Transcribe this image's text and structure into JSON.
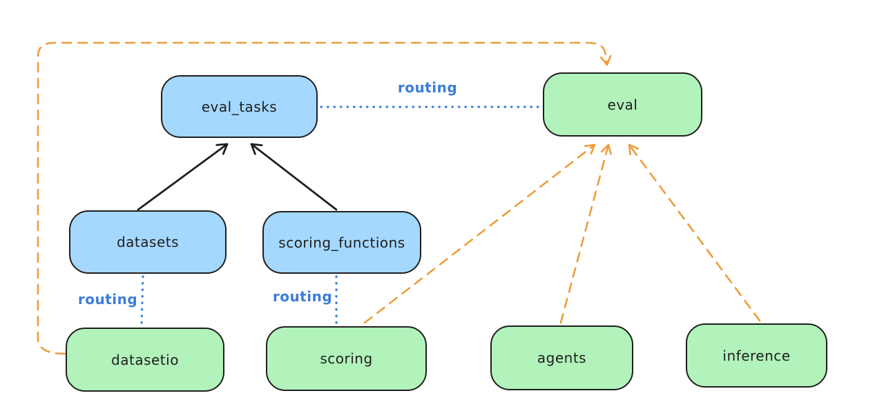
{
  "diagram": {
    "title": "",
    "nodes": [
      {
        "id": "eval_tasks",
        "label": "eval_tasks",
        "kind": "resource",
        "fill": "#a5d8ff"
      },
      {
        "id": "eval",
        "label": "eval",
        "kind": "api_group",
        "fill": "#b2f2bb"
      },
      {
        "id": "datasets",
        "label": "datasets",
        "kind": "resource",
        "fill": "#a5d8ff"
      },
      {
        "id": "scoring_functions",
        "label": "scoring_functions",
        "kind": "resource",
        "fill": "#a5d8ff"
      },
      {
        "id": "datasetio",
        "label": "datasetio",
        "kind": "api_group",
        "fill": "#b2f2bb"
      },
      {
        "id": "scoring",
        "label": "scoring",
        "kind": "api_group",
        "fill": "#b2f2bb"
      },
      {
        "id": "agents",
        "label": "agents",
        "kind": "api_group",
        "fill": "#b2f2bb"
      },
      {
        "id": "inference",
        "label": "inference",
        "kind": "api_group",
        "fill": "#b2f2bb"
      }
    ],
    "edges": [
      {
        "from": "datasets",
        "to": "eval_tasks",
        "style": "solid-arrow",
        "color": "#1e1e1e",
        "label": ""
      },
      {
        "from": "scoring_functions",
        "to": "eval_tasks",
        "style": "solid-arrow",
        "color": "#1e1e1e",
        "label": ""
      },
      {
        "from": "eval_tasks",
        "to": "eval",
        "style": "dotted",
        "color": "#3b7dd8",
        "label": "routing"
      },
      {
        "from": "datasets",
        "to": "datasetio",
        "style": "dotted",
        "color": "#3b7dd8",
        "label": "routing"
      },
      {
        "from": "scoring_functions",
        "to": "scoring",
        "style": "dotted",
        "color": "#3b7dd8",
        "label": "routing"
      },
      {
        "from": "datasetio",
        "to": "eval",
        "style": "dashed-arrow",
        "color": "#ef9b3a",
        "label": ""
      },
      {
        "from": "scoring",
        "to": "eval",
        "style": "dashed-arrow",
        "color": "#ef9b3a",
        "label": ""
      },
      {
        "from": "agents",
        "to": "eval",
        "style": "dashed-arrow",
        "color": "#ef9b3a",
        "label": ""
      },
      {
        "from": "inference",
        "to": "eval",
        "style": "dashed-arrow",
        "color": "#ef9b3a",
        "label": ""
      }
    ],
    "colors": {
      "resource_fill": "#a5d8ff",
      "api_group_fill": "#b2f2bb",
      "stroke": "#1e1e1e",
      "routing_blue": "#3b7dd8",
      "provider_orange": "#ef9b3a",
      "background": "#ffffff"
    }
  }
}
